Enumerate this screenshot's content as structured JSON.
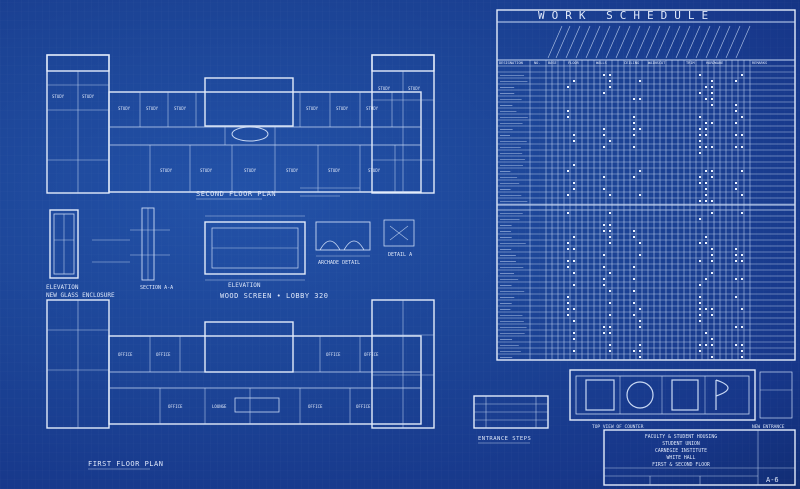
{
  "schedule": {
    "title": "WORK SCHEDULE",
    "columns": [
      "DESIGNATION",
      "NO.",
      "BASE",
      "FLOOR",
      "WALLS",
      "CEILING",
      "WAINSCOT",
      "TRIM",
      "HARDWARE",
      "REMARKS"
    ]
  },
  "plans": {
    "second_floor": "SECOND FLOOR PLAN",
    "first_floor": "FIRST FLOOR PLAN",
    "elevation_enclosure_1": "ELEVATION",
    "elevation_enclosure_2": "NEW GLASS ENCLOSURE",
    "section": "SECTION A-A",
    "elevation_screen": "ELEVATION",
    "wood_screen": "WOOD SCREEN • LOBBY 320",
    "archade_detail": "ARCHADE DETAIL",
    "detail_a": "DETAIL A",
    "entrance_steps": "ENTRANCE STEPS",
    "new_entrance": "NEW ENTRANCE",
    "counter_note": "TOP VIEW OF COUNTER"
  },
  "title_block": {
    "line1": "FACULTY & STUDENT HOUSING",
    "line2": "STUDENT UNION",
    "line3": "CARNEGIE INSTITUTE",
    "line4": "WHITE HALL",
    "line5": "FIRST & SECOND FLOOR",
    "sheet_no": "A-6"
  }
}
